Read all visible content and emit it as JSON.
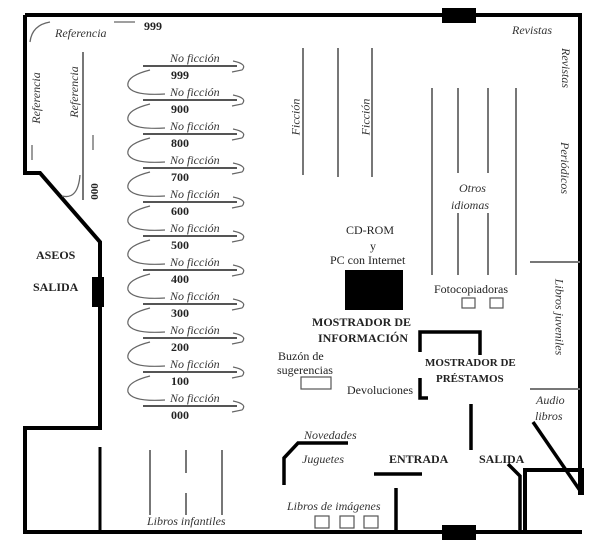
{
  "title": "Plano de la biblioteca",
  "colors": {
    "wall": "#000000",
    "shelf": "#777777",
    "text": "#222222"
  },
  "reference": {
    "top_label": "Referencia",
    "top_number": "999",
    "left_label": "Referencia",
    "inner_label": "Referencia",
    "inner_number": "000"
  },
  "nonfiction": {
    "label": "No ficción",
    "numbers": [
      "999",
      "900",
      "800",
      "700",
      "600",
      "500",
      "400",
      "300",
      "200",
      "100",
      "000"
    ]
  },
  "fiction": {
    "labels": [
      "Ficción",
      "Ficción"
    ]
  },
  "other_languages": {
    "line1": "Otros",
    "line2": "idiomas"
  },
  "right_wall": {
    "revistas_top": "Revistas",
    "revistas_side": "Revistas",
    "periodicos": "Periódicos",
    "libros_juveniles": "Libros juveniles",
    "audio_line1": "Audio",
    "audio_line2": "libros"
  },
  "center": {
    "cdrom_line1": "CD-ROM",
    "cdrom_line2": "y",
    "cdrom_line3": "PC con Internet",
    "info_line1": "MOSTRADOR DE",
    "info_line2": "INFORMACIÓN",
    "buzon_line1": "Buzón de",
    "buzon_line2": "sugerencias",
    "devoluciones": "Devoluciones",
    "fotocopiadoras": "Fotocopiadoras",
    "loans_line1": "MOSTRADOR DE",
    "loans_line2": "PRÉSTAMOS"
  },
  "left": {
    "aseos": "ASEOS",
    "salida": "SALIDA"
  },
  "bottom": {
    "novedades": "Novedades",
    "juguetes": "Juguetes",
    "entrada": "ENTRADA",
    "salida": "SALIDA",
    "libros_imagenes": "Libros de imágenes",
    "libros_infantiles": "Libros infantiles"
  }
}
